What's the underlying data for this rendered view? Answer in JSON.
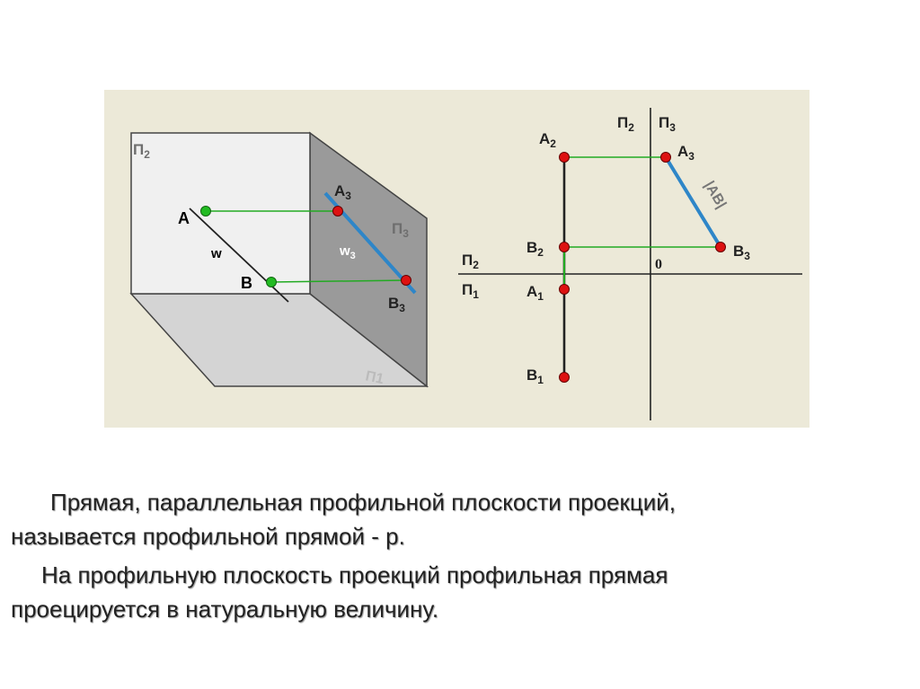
{
  "colors": {
    "background": "#ece9d8",
    "green_line": "#22aa22",
    "blue_line": "#2e86c8",
    "point_red": "#dd1111",
    "point_green": "#22bb22",
    "cube_front": "#f0f0f0",
    "cube_side": "#9a9a9a",
    "cube_bottom": "#d4d4d4"
  },
  "cube": {
    "plane_v": {
      "main": "П",
      "sub": "2"
    },
    "plane_w": {
      "main": "П",
      "sub": "3"
    },
    "plane_h": "П1",
    "line_label": "w",
    "proj_line_label": {
      "main": "w",
      "sub": "3"
    },
    "point_a": "A",
    "point_b": "B",
    "point_a3": {
      "main": "A",
      "sub": "3"
    },
    "point_b3": {
      "main": "B",
      "sub": "3"
    }
  },
  "epure": {
    "pi2_top": {
      "main": "П",
      "sub": "2"
    },
    "pi3_top": {
      "main": "П",
      "sub": "3"
    },
    "pi2_axis": {
      "main": "П",
      "sub": "2"
    },
    "pi1_axis": {
      "main": "П",
      "sub": "1"
    },
    "origin": "0",
    "a2": {
      "main": "A",
      "sub": "2"
    },
    "a3": {
      "main": "A",
      "sub": "3"
    },
    "b2": {
      "main": "B",
      "sub": "2"
    },
    "b3": {
      "main": "B",
      "sub": "3"
    },
    "a1": {
      "main": "A",
      "sub": "1"
    },
    "b1": {
      "main": "B",
      "sub": "1"
    },
    "true_length": "|AB|"
  },
  "caption": {
    "line1": "Прямая, параллельная профильной плоскости проекций,",
    "line2": "называется профильной прямой - p.",
    "line3": "На профильную плоскость проекций профильная прямая",
    "line4": "проецируется в натуральную величину."
  }
}
